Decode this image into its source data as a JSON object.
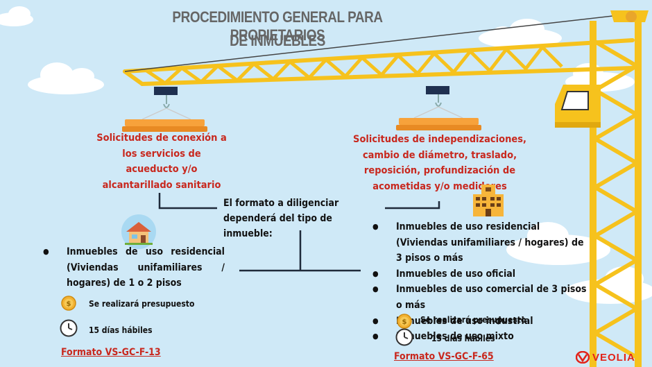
{
  "title": {
    "line1": "PROCEDIMIENTO GENERAL PARA PROPIETARIOS",
    "line2": "DE INMUEBLES"
  },
  "left_box": {
    "heading": "Solicitudes  de conexión a los servicios de acueducto y/o alcantarillado sanitario",
    "items": [
      "Inmuebles de uso residencial (Viviendas unifamiliares / hogares) de 1 o 2 pisos"
    ],
    "budget": "Se realizará presupuesto",
    "days": "15 días hábiles",
    "format": "Formato VS-GC-F-13"
  },
  "right_box": {
    "heading": "Solicitudes de independizaciones, cambio de diámetro, traslado, reposición, profundización de acometidas y/o medidores",
    "items": [
      "Inmuebles de uso residencial (Viviendas unifamiliares / hogares) de 3 pisos o más",
      "Inmuebles de uso oficial",
      "Inmuebles  de uso comercial de 3 pisos o más",
      "Inmuebles  de uso industrial",
      "Inmuebles de uso mixto"
    ],
    "budget": "Se realizará presupuesto",
    "days": "15 días hábiles",
    "format": "Formato VS-GC-F-65"
  },
  "center_note": "El formato a diligenciar dependerá del tipo de inmueble:",
  "logo": {
    "text": "VEOLIA"
  },
  "colors": {
    "crane": "#f6c21d",
    "red": "#c8281e",
    "sky": "#cfe9f7",
    "cloud": "#ffffff"
  },
  "icons": [
    "house-icon",
    "building-icon",
    "coin-icon",
    "clock-icon",
    "veolia-logo-icon"
  ]
}
